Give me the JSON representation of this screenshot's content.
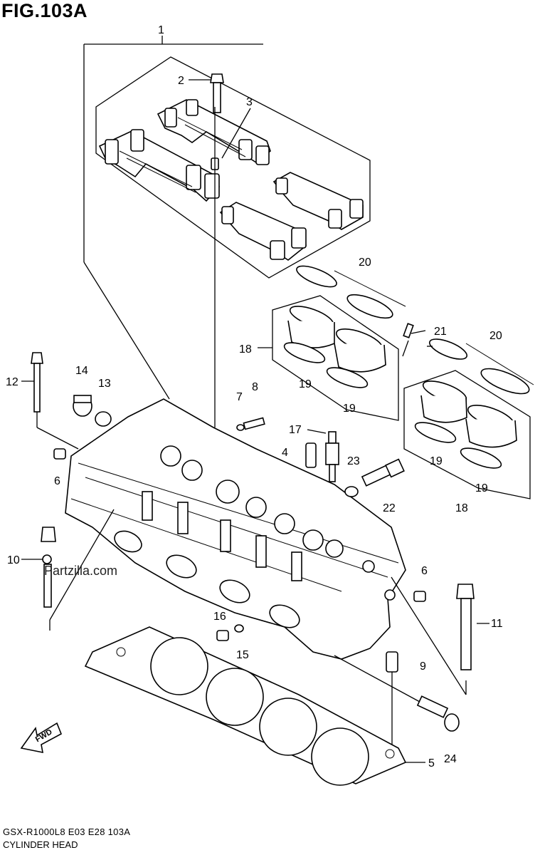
{
  "figure": {
    "title": "FIG.103A",
    "model_code": "GSX-R1000L8  E03  E28  103A",
    "section_name": "CYLINDER HEAD",
    "watermark": "Partzilla.com",
    "direction_label": "FWD"
  },
  "callouts": [
    "1",
    "2",
    "3",
    "4",
    "5",
    "6",
    "6",
    "7",
    "8",
    "9",
    "10",
    "11",
    "12",
    "13",
    "14",
    "15",
    "16",
    "17",
    "18",
    "18",
    "19",
    "19",
    "19",
    "19",
    "20",
    "20",
    "21",
    "22",
    "23",
    "24"
  ]
}
